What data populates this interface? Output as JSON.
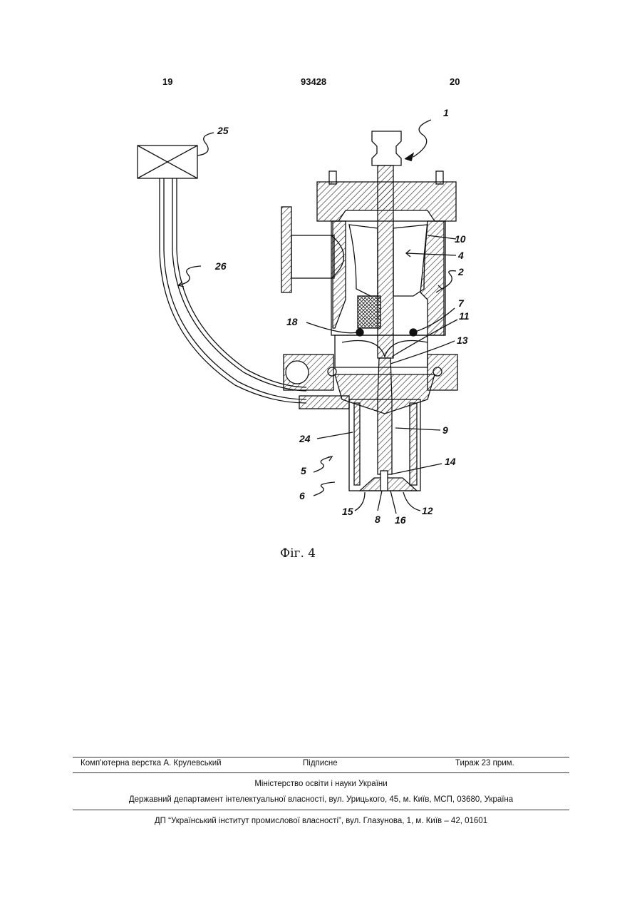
{
  "header": {
    "page_left": "19",
    "patent_number": "93428",
    "page_right": "20"
  },
  "figure": {
    "caption": "Фіг. 4",
    "labels": [
      "1",
      "25",
      "10",
      "4",
      "26",
      "2",
      "7",
      "11",
      "18",
      "13",
      "9",
      "24",
      "14",
      "5",
      "6",
      "15",
      "8",
      "16",
      "12"
    ]
  },
  "footer": {
    "layout": "Комп'ютерна верстка А. Крулевський",
    "signed": "Підписне",
    "circulation": "Тираж 23 прим.",
    "ministry": "Міністерство освіти і науки України",
    "department": "Державний департамент інтелектуальної власності, вул. Урицького, 45, м. Київ, МСП, 03680, Україна",
    "institute": "ДП “Український інститут промислової власності”, вул. Глазунова, 1, м. Київ – 42, 01601"
  }
}
